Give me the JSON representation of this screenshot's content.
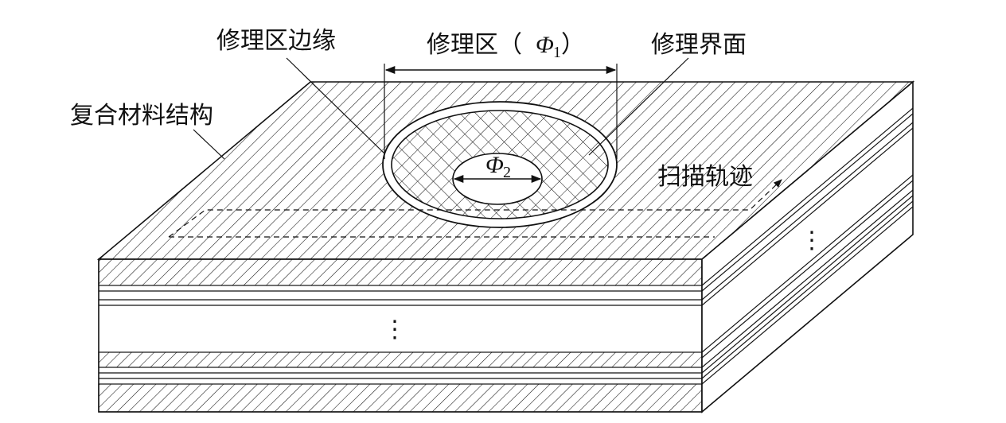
{
  "labels": {
    "repair_edge": "修理区边缘",
    "repair_zone_prefix": "修理区（",
    "repair_zone_symbol": "Φ",
    "repair_zone_sub": "1",
    "repair_zone_suffix": "）",
    "repair_interface": "修理界面",
    "composite_structure": "复合材料结构",
    "scan_track": "扫描轨迹",
    "inner_symbol": "Φ",
    "inner_sub": "2",
    "ellipsis": "⋮"
  },
  "colors": {
    "line": "#111111",
    "background": "#ffffff"
  }
}
